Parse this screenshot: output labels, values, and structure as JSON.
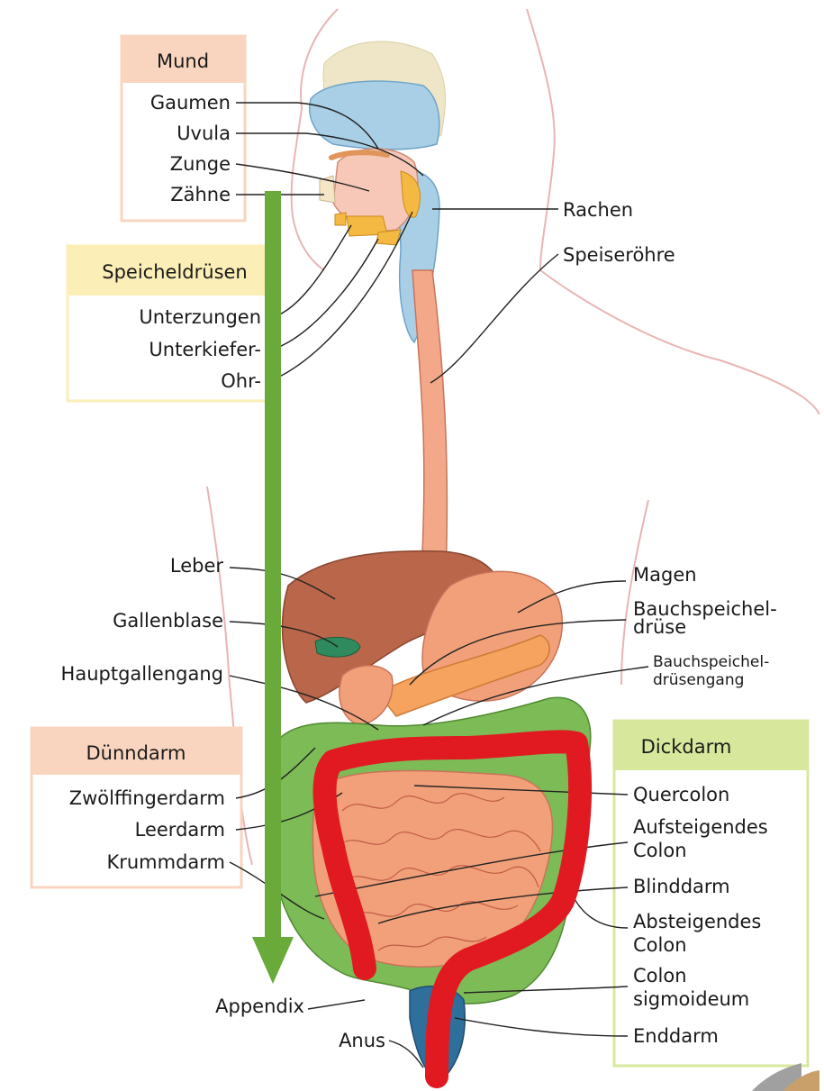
{
  "mouth": {
    "title": "Mund",
    "items": [
      "Gaumen",
      "Uvula",
      "Zunge",
      "Zähne"
    ]
  },
  "salivary": {
    "title": "Speicheldrüsen",
    "items": [
      "Unterzungen",
      "Unterkiefer-",
      "Ohr-"
    ]
  },
  "right_upper": {
    "pharynx": "Rachen",
    "esophagus": "Speiseröhre"
  },
  "left_middle": {
    "liver": "Leber",
    "gallbladder": "Gallenblase",
    "bile_duct": "Hauptgallengang"
  },
  "right_middle": {
    "stomach": "Magen",
    "pancreas_l1": "Bauchspeichel-",
    "pancreas_l2": "drüse",
    "pancreatic_duct_l1": "Bauchspeichel-",
    "pancreatic_duct_l2": "drüsengang"
  },
  "small_intestine": {
    "title": "Dünndarm",
    "items": [
      "Zwölffingerdarm",
      "Leerdarm",
      "Krummdarm"
    ]
  },
  "large_intestine": {
    "title": "Dickdarm",
    "transverse": "Quercolon",
    "ascending_l1": "Aufsteigendes",
    "ascending_l2": "Colon",
    "cecum": "Blinddarm",
    "descending_l1": "Absteigendes",
    "descending_l2": "Colon",
    "sigmoid_l1": "Colon",
    "sigmoid_l2": "sigmoideum",
    "rectum": "Enddarm"
  },
  "bottom": {
    "appendix": "Appendix",
    "anus": "Anus"
  },
  "colors": {
    "mouth_header": "#f9d5bf",
    "salivary_header": "#fbeeb7",
    "small_header": "#f9d5bf",
    "large_header": "#d7e89c",
    "arrow_green": "#6aaa3a",
    "red_overlay": "#e11a22",
    "organ_salmon": "#f1a07a",
    "liver_brown": "#b9664a",
    "colon_green": "#7dbb57",
    "airway_blue": "#a9cfe6"
  }
}
